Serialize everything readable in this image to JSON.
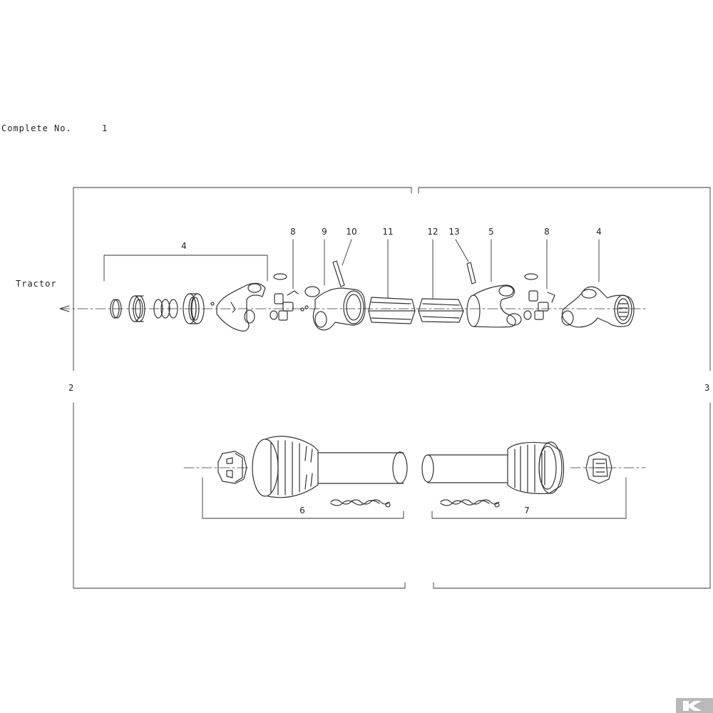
{
  "header": {
    "complete_label": "Complete No.",
    "complete_number": "1"
  },
  "side_labels": {
    "tractor": "Tractor",
    "left_ref": "2",
    "right_ref": "3"
  },
  "callouts": {
    "c4_left": "4",
    "c8_left": "8",
    "c9": "9",
    "c10": "10",
    "c11": "11",
    "c12": "12",
    "c13": "13",
    "c5": "5",
    "c8_right": "8",
    "c4_right": "4",
    "c6": "6",
    "c7": "7"
  },
  "colors": {
    "line": "#333333",
    "logo": "#b9b9b9"
  },
  "logo": {
    "icon": "k-brand-logo"
  }
}
